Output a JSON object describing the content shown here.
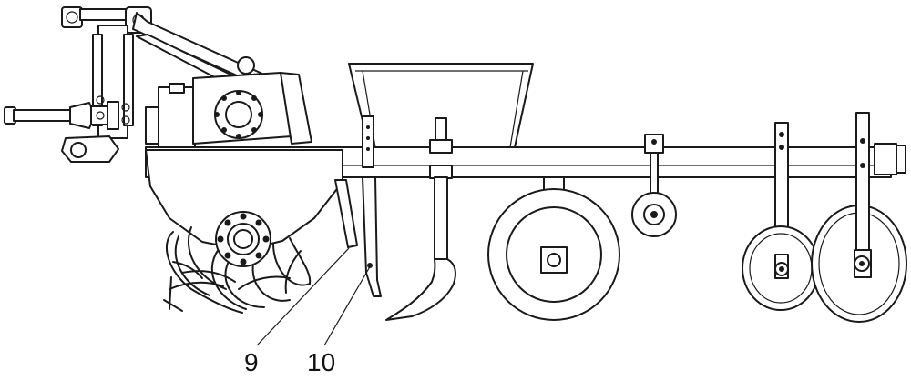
{
  "callouts": [
    {
      "id": "9",
      "label": "9"
    },
    {
      "id": "10",
      "label": "10"
    }
  ]
}
